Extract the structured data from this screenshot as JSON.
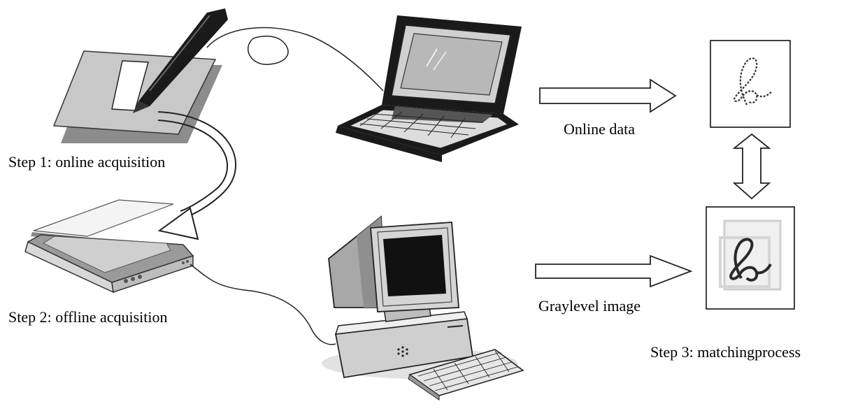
{
  "labels": {
    "step1": "Step 1: online acquisition",
    "step2": "Step 2: offline acquisition",
    "step3": "Step 3: matchingprocess",
    "online_data": "Online data",
    "graylevel_image": "Graylevel image"
  },
  "colors": {
    "ink": "#000000",
    "paper": "#ffffff",
    "light_gray": "#d9d9d9",
    "mid_gray": "#a6a6a6",
    "dark_gray": "#595959"
  },
  "icons": {
    "tablet": "tablet-with-pen-icon",
    "laptop": "laptop-icon",
    "scanner": "flatbed-scanner-icon",
    "desktop": "desktop-computer-icon",
    "online_sample": "online-handwriting-sample-icon",
    "offline_sample": "offline-handwriting-sample-icon"
  }
}
